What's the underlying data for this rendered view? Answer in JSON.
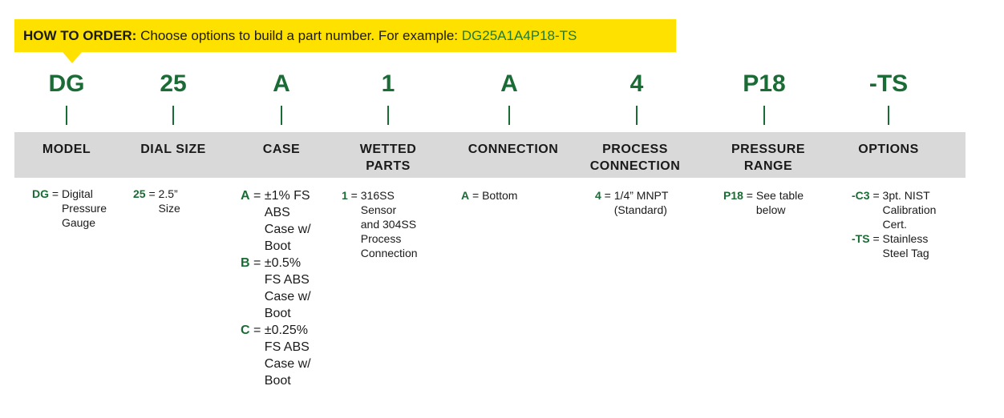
{
  "banner": {
    "label": "HOW TO ORDER:",
    "text": " Choose options to build a part number. For example: ",
    "example": "DG25A1A4P18-TS"
  },
  "codes": [
    "DG",
    "25",
    "A",
    "1",
    "A",
    "4",
    "P18",
    "-TS"
  ],
  "headers": [
    "MODEL",
    "DIAL SIZE",
    "CASE",
    "WETTED\nPARTS",
    "CONNECTION",
    "PROCESS\nCONNECTION",
    "PRESSURE\nRANGE",
    "OPTIONS"
  ],
  "model": [
    {
      "code": "DG",
      "desc": "Digital\nPressure\nGauge"
    }
  ],
  "dial_size": [
    {
      "code": "25",
      "desc": "2.5”\nSize"
    }
  ],
  "case": [
    {
      "code": "A",
      "desc": "±1% FS\nABS\nCase w/\nBoot"
    },
    {
      "code": "B",
      "desc": "±0.5%\nFS ABS\nCase w/\nBoot"
    },
    {
      "code": "C",
      "desc": "±0.25%\nFS ABS\nCase w/\nBoot"
    }
  ],
  "wetted_parts": [
    {
      "code": "1",
      "desc": "316SS\nSensor\nand 304SS\nProcess\nConnection"
    }
  ],
  "connection": [
    {
      "code": "A",
      "desc": "Bottom"
    }
  ],
  "process_connection": [
    {
      "code": "4",
      "desc": "1/4” MNPT\n(Standard)"
    }
  ],
  "pressure_range": [
    {
      "code": "P18",
      "desc": "See table\nbelow"
    }
  ],
  "options": [
    {
      "code": "-C3",
      "desc": "3pt. NIST\nCalibration\nCert."
    },
    {
      "code": "-TS",
      "desc": "Stainless\nSteel Tag"
    }
  ]
}
